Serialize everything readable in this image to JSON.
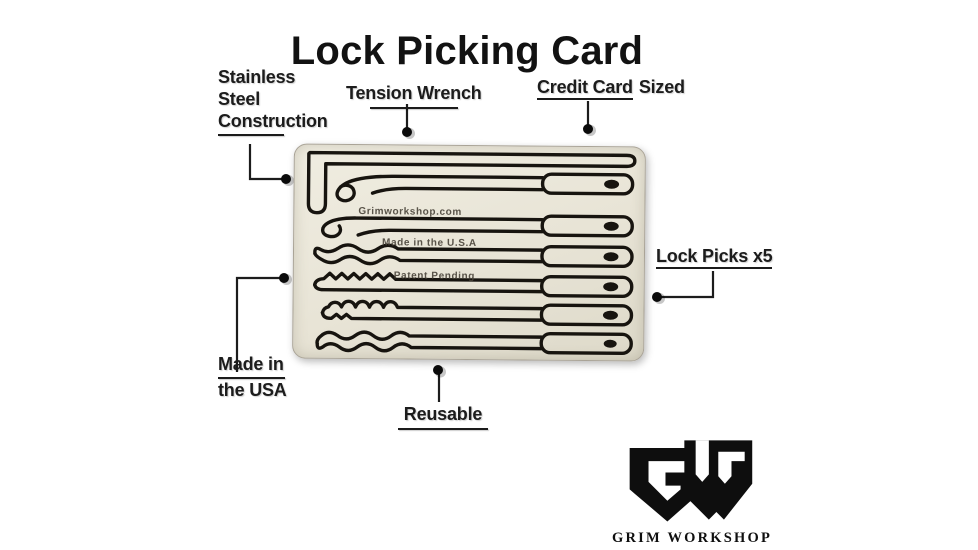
{
  "title": "Lock Picking Card",
  "colors": {
    "background": "#ffffff",
    "ink": "#1a1a1a",
    "card_body": "#e9e5d8",
    "cut_lines": "#17140f"
  },
  "callouts": {
    "stainless": {
      "line1": "Stainless",
      "line2": "Steel",
      "line3": "Construction"
    },
    "tension": {
      "label": "Tension Wrench"
    },
    "credit": {
      "underlined": "Credit Card",
      "rest": "Sized"
    },
    "lock_picks": {
      "label": "Lock Picks x5"
    },
    "made_usa": {
      "line1": "Made in",
      "line2": "the USA"
    },
    "reusable": {
      "label": "Reusable"
    }
  },
  "card": {
    "etched": {
      "website": "Grimworkshop.com",
      "origin": "Made in the U.S.A",
      "patent": "Patent Pending"
    },
    "pieces": [
      "tension-wrench",
      "hook-pick",
      "offset-hook-pick",
      "snake-rake-pick",
      "sawtooth-rake-pick",
      "city-rake-pick",
      "bogota-rake-pick"
    ]
  },
  "logo": {
    "monogram": "GW",
    "name": "GRIM WORKSHOP"
  }
}
